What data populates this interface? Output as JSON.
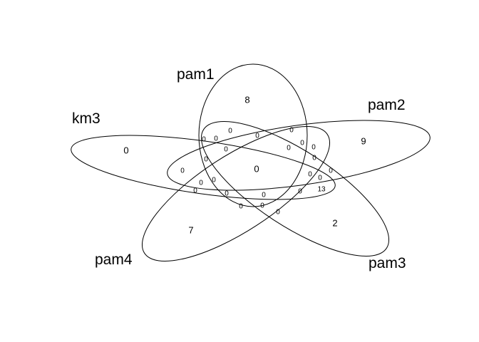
{
  "sets": {
    "km3": "km3",
    "pam1": "pam1",
    "pam2": "pam2",
    "pam3": "pam3",
    "pam4": "pam4"
  },
  "regions": {
    "only_km3": "0",
    "only_pam1": "8",
    "only_pam2": "9",
    "only_pam3": "2",
    "only_pam4": "7",
    "all_five": "0",
    "r01": "0",
    "r02": "0",
    "r03": "0",
    "r04": "0",
    "r05": "0",
    "r06": "0",
    "r07": "0",
    "r08": "0",
    "r09": "0",
    "r10": "0",
    "r11": "0",
    "r12": "0",
    "r13": "0",
    "r14": "0",
    "r15": "0",
    "r16": "0",
    "r17": "0",
    "r18": "0",
    "r19": "0",
    "r20": "0",
    "r21": "0",
    "r22": "0",
    "r23": "0",
    "r24": "0",
    "r25": "13"
  },
  "colors": {
    "stroke": "#000000",
    "background": "#ffffff"
  }
}
